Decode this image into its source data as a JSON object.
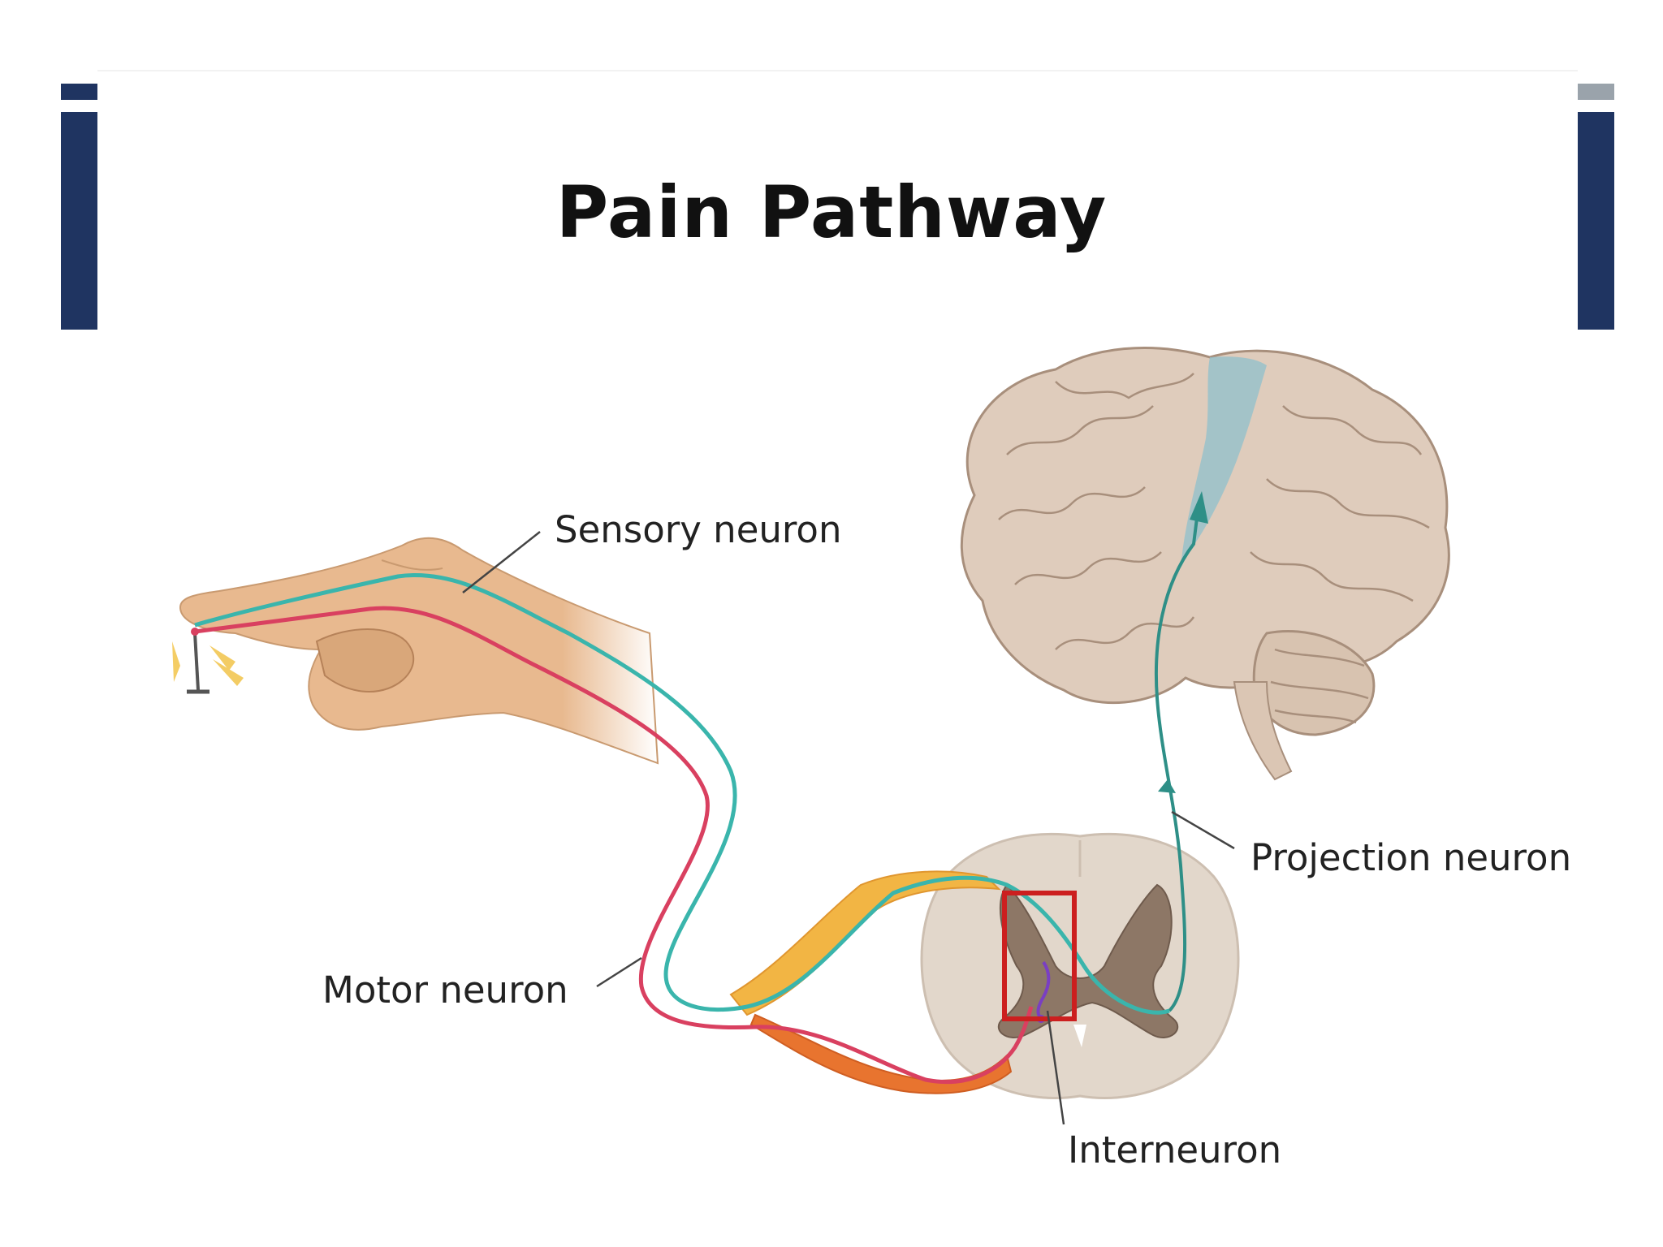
{
  "title": "Pain Pathway",
  "labels": {
    "sensory": "Sensory neuron",
    "motor": "Motor neuron",
    "projection": "Projection neuron",
    "interneuron": "Interneuron"
  },
  "colors": {
    "accent": "#1f3461",
    "accent_light": "#9aa3ab",
    "sensory": "#3ab5ac",
    "motor": "#d94060",
    "skin": "#e8b98f",
    "brain": "#dfccbc",
    "cord": "#e2d7cb",
    "highlight_box": "#cc1f1f"
  }
}
